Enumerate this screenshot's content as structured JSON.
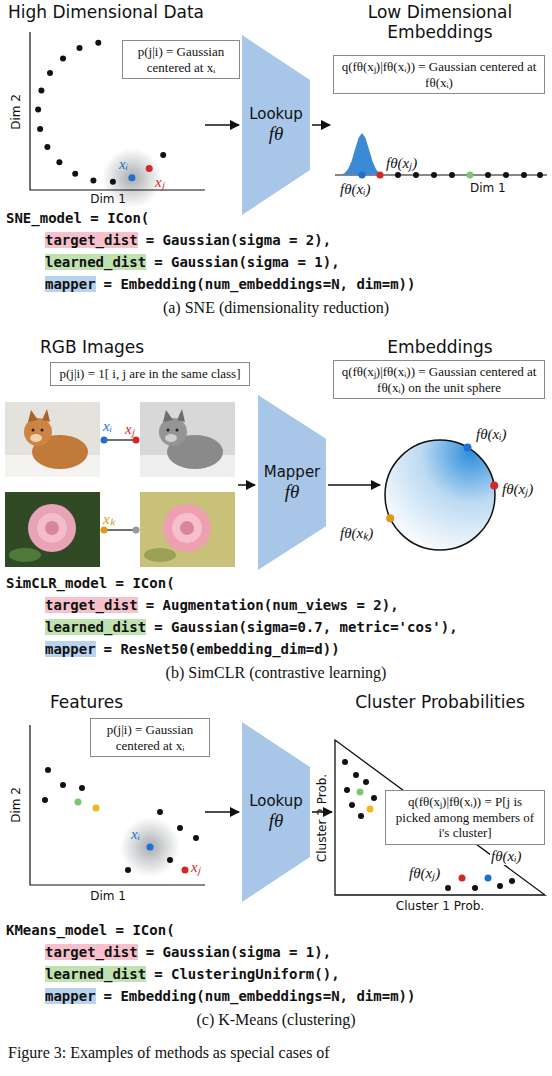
{
  "diagram": {
    "caption": "Figure 3: Examples of methods as special cases of",
    "nodes": [
      {
        "text": [
          "p(j|i) = Gaussian centered at xᵢ"
        ]
      },
      {
        "text": [
          "Lookup",
          "fθ"
        ]
      },
      {
        "text": [
          "q(fθ(xⱼ)|fθ(xᵢ)) = Gaussian centered at fθ(xᵢ)"
        ]
      },
      {
        "text": [
          "p(j|i) = 1[ i, j are in the same class]"
        ]
      },
      {
        "text": [
          "Mapper",
          "fθ"
        ]
      },
      {
        "text": [
          "q(fθ(xⱼ)|fθ(xᵢ)) = Gaussian centered at fθ(xᵢ) on the unit sphere"
        ]
      },
      {
        "text": [
          "p(j|i) = Gaussian centered at xᵢ"
        ]
      },
      {
        "text": [
          "Lookup",
          "fθ"
        ]
      },
      {
        "text": [
          "q(fθ(xⱼ)|fθ(xᵢ)) = P[j is picked among members of i's cluster]"
        ]
      }
    ],
    "labels": [
      "High Dimensional Data",
      "Low Dimensional Embeddings",
      "Dim 2",
      "Dim 1",
      "xᵢ",
      "xⱼ",
      "fθ(xⱼ)",
      "fθ(xᵢ)",
      "Dim 1",
      "SNE_model = ICon(",
      "target_dist",
      "= Gaussian(sigma = 2),",
      "learned_dist",
      "= Gaussian(sigma = 1),",
      "mapper",
      "= Embedding(num_embeddings=N, dim=m))",
      "(a) SNE (dimensionality reduction)",
      "RGB Images",
      "Embeddings",
      "xᵢ",
      "xⱼ",
      "xₖ",
      "fθ(xᵢ)",
      "fθ(xⱼ)",
      "fθ(xₖ)",
      "SimCLR_model = ICon(",
      "target_dist",
      "= Augmentation(num_views = 2),",
      "learned_dist",
      "= Gaussian(sigma=0.7, metric='cos'),",
      "mapper",
      "= ResNet50(embedding_dim=d))",
      "(b) SimCLR (contrastive learning)",
      "Features",
      "Cluster Probabilities",
      "Dim 2",
      "Dim 1",
      "xᵢ",
      "xⱼ",
      "Cluster 2 Prob.",
      "Cluster 1 Prob.",
      "fθ(xⱼ)",
      "fθ(xᵢ)",
      "KMeans_model = ICon(",
      "target_dist",
      "= Gaussian(sigma = 1),",
      "learned_dist",
      "= ClusteringUniform(),",
      "mapper",
      "= Embedding(num_embeddings=N, dim=m))",
      "(c) K-Means (clustering)"
    ]
  }
}
